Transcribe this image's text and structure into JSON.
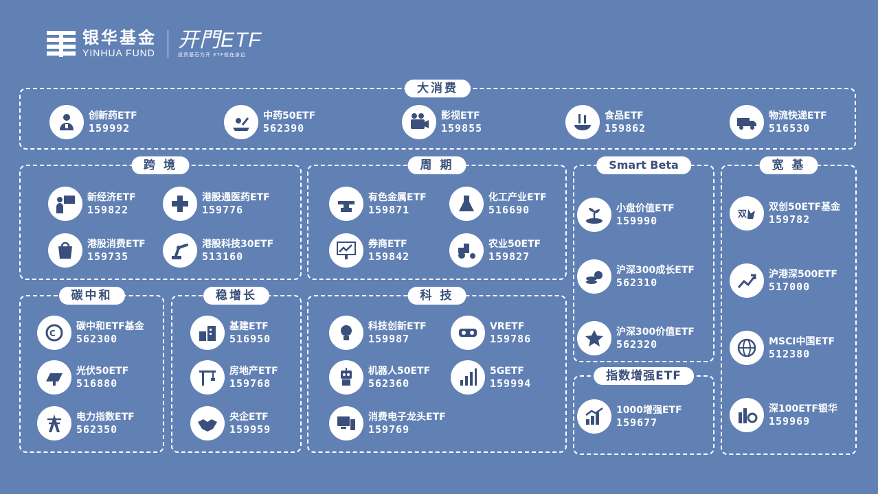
{
  "brand": {
    "name_cn": "银华基金",
    "name_en": "YINHUA FUND",
    "slogan": "开門ETF",
    "tagline": "投资基石为开 ETF就在身边"
  },
  "colors": {
    "background": "#6181b5",
    "accent": "#ffffff",
    "title_text": "#3a4f7c"
  },
  "groups": {
    "consumer": {
      "title": "大消费",
      "items": [
        {
          "name": "创新药ETF",
          "code": "159992",
          "icon": "doctor-icon"
        },
        {
          "name": "中药50ETF",
          "code": "562390",
          "icon": "herbal-medicine-icon"
        },
        {
          "name": "影视ETF",
          "code": "159855",
          "icon": "film-icon"
        },
        {
          "name": "食品ETF",
          "code": "159862",
          "icon": "food-icon"
        },
        {
          "name": "物流快递ETF",
          "code": "516530",
          "icon": "delivery-truck-icon"
        }
      ]
    },
    "cross_border": {
      "title": "跨 境",
      "items": [
        {
          "name": "新经济ETF",
          "code": "159822",
          "icon": "presenter-icon"
        },
        {
          "name": "港股通医药ETF",
          "code": "159776",
          "icon": "medical-icon"
        },
        {
          "name": "港股消费ETF",
          "code": "159735",
          "icon": "shopping-icon"
        },
        {
          "name": "港股科技30ETF",
          "code": "513160",
          "icon": "robot-arm-icon"
        }
      ]
    },
    "cyclical": {
      "title": "周 期",
      "items": [
        {
          "name": "有色金属ETF",
          "code": "159871",
          "icon": "anvil-icon"
        },
        {
          "name": "化工产业ETF",
          "code": "516690",
          "icon": "chemistry-icon"
        },
        {
          "name": "券商ETF",
          "code": "159842",
          "icon": "stock-chart-icon"
        },
        {
          "name": "农业50ETF",
          "code": "159827",
          "icon": "tractor-icon"
        }
      ]
    },
    "smart_beta": {
      "title": "Smart Beta",
      "items": [
        {
          "name": "小盘价值ETF",
          "code": "159990",
          "icon": "growth-plant-icon"
        },
        {
          "name": "沪深300成长ETF",
          "code": "562310",
          "icon": "coins-icon"
        },
        {
          "name": "沪深300价值ETF",
          "code": "562320",
          "icon": "value-icon"
        }
      ]
    },
    "broad_base": {
      "title": "宽 基",
      "items": [
        {
          "name": "双创50ETF基金",
          "code": "159782",
          "icon": "innovation-icon"
        },
        {
          "name": "沪港深500ETF",
          "code": "517000",
          "icon": "trend-icon"
        },
        {
          "name": "MSCI中国ETF",
          "code": "512380",
          "icon": "globe-icon"
        },
        {
          "name": "深100ETF银华",
          "code": "159969",
          "icon": "bars-icon"
        }
      ]
    },
    "enhanced": {
      "title": "指数增强ETF",
      "items": [
        {
          "name": "1000增强ETF",
          "code": "159677",
          "icon": "growth-1000-icon"
        }
      ]
    },
    "carbon": {
      "title": "碳中和",
      "items": [
        {
          "name": "碳中和ETF基金",
          "code": "562300",
          "icon": "carbon-icon"
        },
        {
          "name": "光伏50ETF",
          "code": "516880",
          "icon": "solar-panel-icon"
        },
        {
          "name": "电力指数ETF",
          "code": "562350",
          "icon": "power-tower-icon"
        }
      ]
    },
    "stable_growth": {
      "title": "稳增长",
      "items": [
        {
          "name": "基建ETF",
          "code": "516950",
          "icon": "construction-icon"
        },
        {
          "name": "房地产ETF",
          "code": "159768",
          "icon": "crane-icon"
        },
        {
          "name": "央企ETF",
          "code": "159959",
          "icon": "handshake-icon"
        }
      ]
    },
    "tech": {
      "title": "科 技",
      "items": [
        {
          "name": "科技创新ETF",
          "code": "159987",
          "icon": "lightbulb-icon"
        },
        {
          "name": "VRETF",
          "code": "159786",
          "icon": "vr-headset-icon"
        },
        {
          "name": "机器人50ETF",
          "code": "562360",
          "icon": "robot-icon"
        },
        {
          "name": "5GETF",
          "code": "159994",
          "icon": "signal-icon"
        },
        {
          "name": "消费电子龙头ETF",
          "code": "159769",
          "icon": "electronics-icon"
        }
      ]
    }
  }
}
